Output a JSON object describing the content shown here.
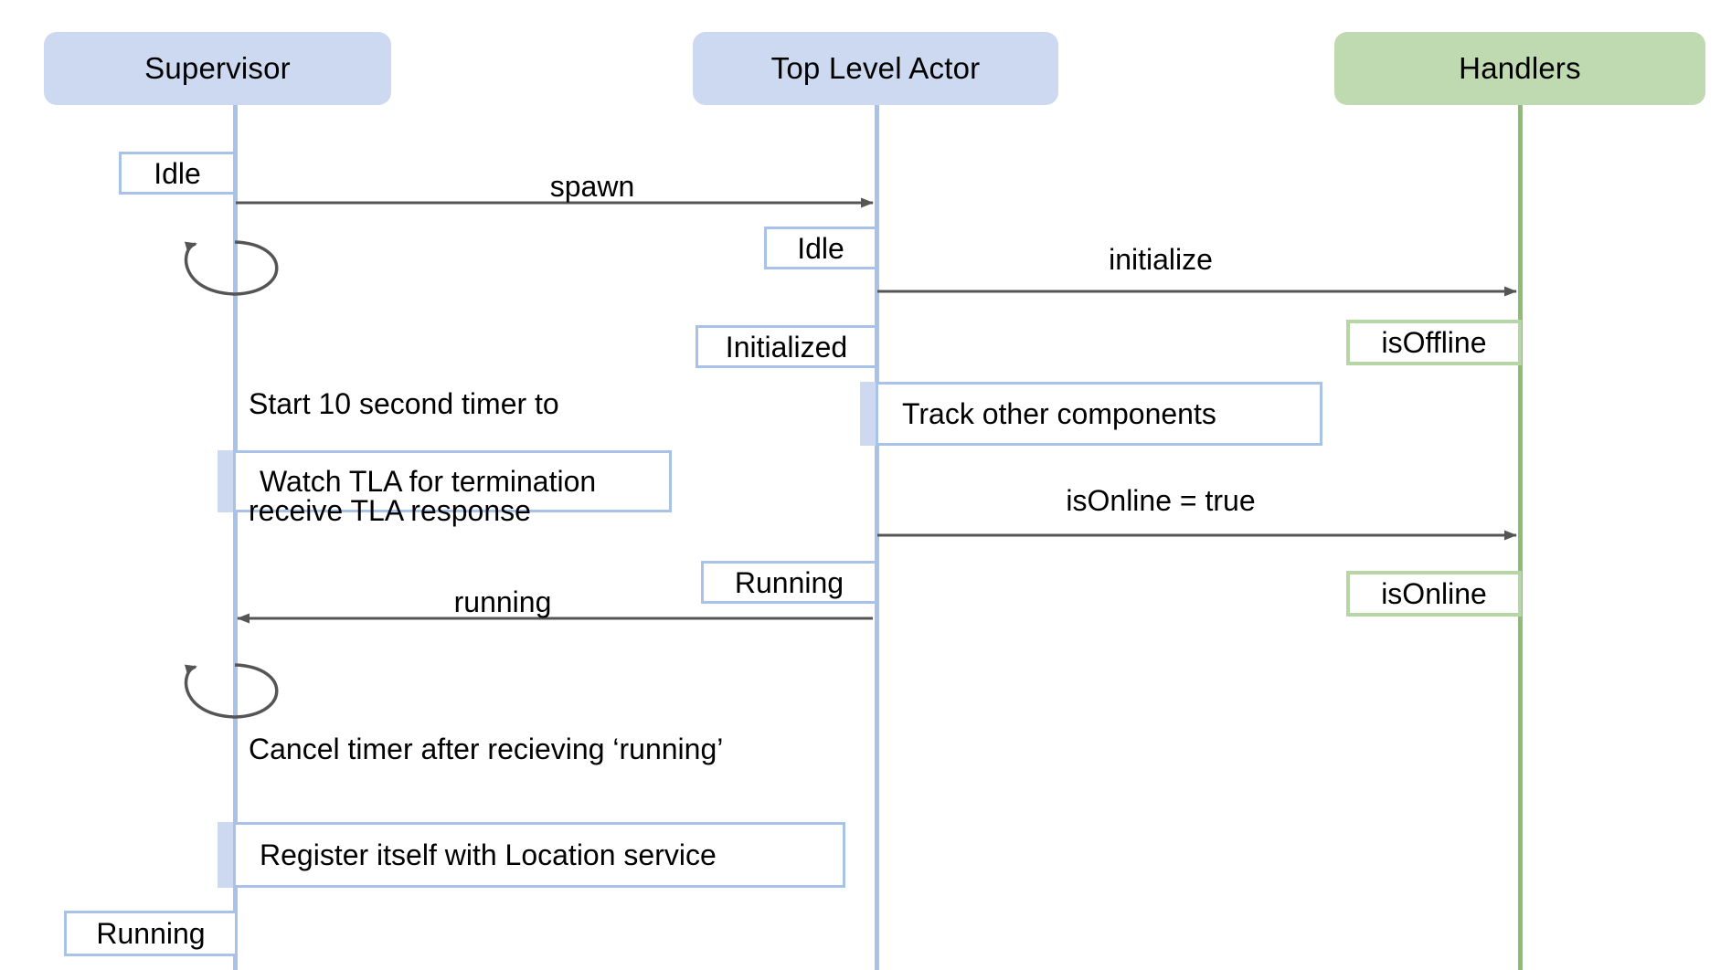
{
  "diagram": {
    "type": "sequence-diagram",
    "title": "Supervisor / Top Level Actor / Handlers startup sequence",
    "colors": {
      "participant_blue_fill": "#ccd9f0",
      "participant_green_fill": "#bfd9b0",
      "lifeline_blue": "#a9c2ea",
      "lifeline_green": "#8ebd78",
      "state_border_blue": "#a9c2ea",
      "state_border_green": "#b6d7a5",
      "arrow_stroke": "#555555",
      "background": "#ffffff"
    }
  },
  "participants": [
    {
      "id": "supervisor",
      "label": "Supervisor",
      "color": "blue"
    },
    {
      "id": "tla",
      "label": "Top Level Actor",
      "color": "blue"
    },
    {
      "id": "handlers",
      "label": "Handlers",
      "color": "green"
    }
  ],
  "states": [
    {
      "id": "sup-idle",
      "label": "Idle",
      "on": "supervisor",
      "color": "blue"
    },
    {
      "id": "tla-idle",
      "label": "Idle",
      "on": "tla",
      "color": "blue"
    },
    {
      "id": "tla-init",
      "label": "Initialized",
      "on": "tla",
      "color": "blue"
    },
    {
      "id": "tla-running",
      "label": "Running",
      "on": "tla",
      "color": "blue"
    },
    {
      "id": "h-isoffline",
      "label": "isOffline",
      "on": "handlers",
      "color": "green"
    },
    {
      "id": "h-isonline",
      "label": "isOnline",
      "on": "handlers",
      "color": "green"
    },
    {
      "id": "sup-running",
      "label": "Running",
      "on": "supervisor",
      "color": "blue"
    }
  ],
  "messages": [
    {
      "id": "spawn",
      "label": "spawn",
      "from": "supervisor",
      "to": "tla",
      "direction": "right"
    },
    {
      "id": "initialize",
      "label": "initialize",
      "from": "tla",
      "to": "handlers",
      "direction": "right"
    },
    {
      "id": "isonline-true",
      "label": "isOnline = true",
      "from": "tla",
      "to": "handlers",
      "direction": "right"
    },
    {
      "id": "running",
      "label": "running",
      "from": "tla",
      "to": "supervisor",
      "direction": "left"
    }
  ],
  "self_messages": [
    {
      "id": "start-timer",
      "on": "supervisor",
      "note": "Start 10 second timer to\nreceive TLA response"
    },
    {
      "id": "cancel-timer",
      "on": "supervisor",
      "note": "Cancel timer after recieving ‘running’"
    }
  ],
  "notes": [
    {
      "id": "watch-tla",
      "on": "supervisor",
      "label": "Watch TLA for termination"
    },
    {
      "id": "track-other",
      "on": "tla",
      "label": "Track other components"
    },
    {
      "id": "register-itself",
      "on": "supervisor",
      "label": "Register itself with Location service"
    }
  ],
  "text": {
    "supervisor": "Supervisor",
    "top_level_actor": "Top Level Actor",
    "handlers": "Handlers",
    "idle_sup": "Idle",
    "idle_tla": "Idle",
    "initialized": "Initialized",
    "running_state_tla": "Running",
    "running_state_sup": "Running",
    "is_offline": "isOffline",
    "is_online": "isOnline",
    "msg_spawn": "spawn",
    "msg_initialize": "initialize",
    "msg_isonline_true": "isOnline = true",
    "msg_running": "running",
    "note_start_timer_line1": "Start 10 second timer to",
    "note_start_timer_line2": "receive TLA response",
    "note_watch_tla": "Watch TLA for termination",
    "note_track_other": "Track other components",
    "note_cancel_timer": "Cancel timer after recieving ‘running’",
    "note_register": "Register itself with Location service"
  }
}
